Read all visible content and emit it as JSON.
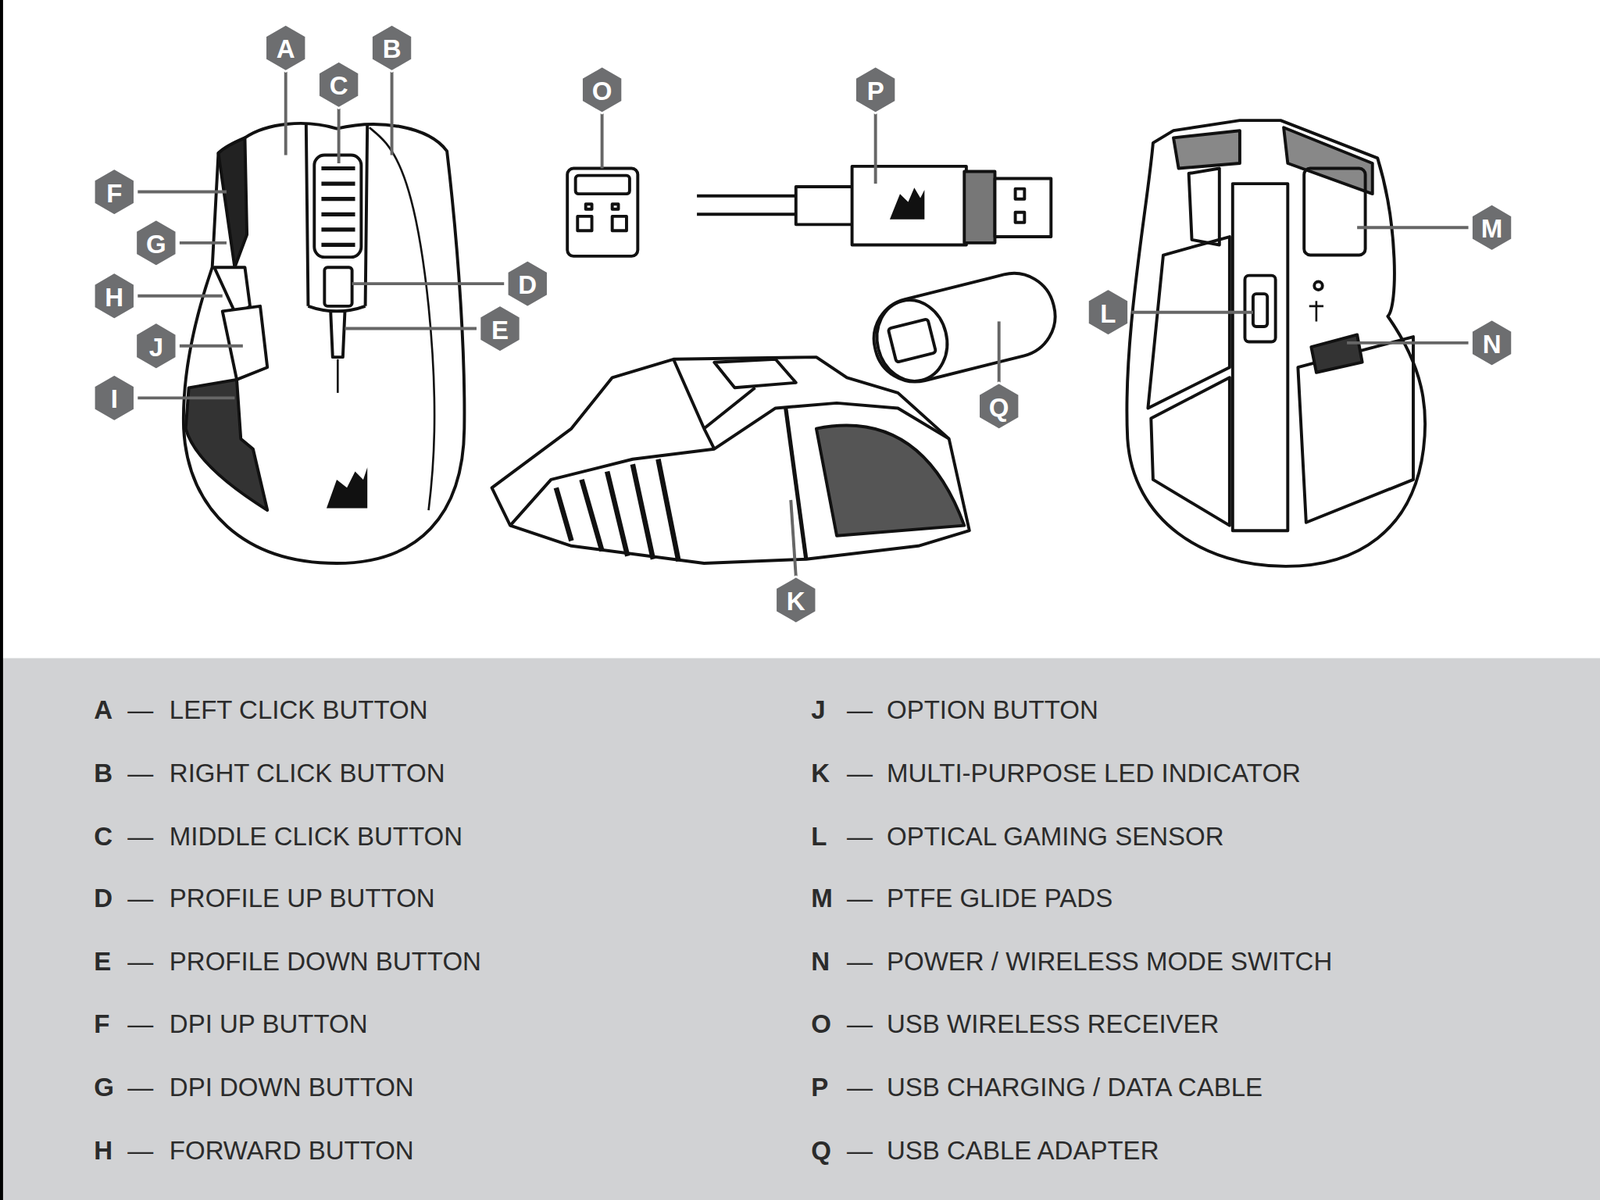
{
  "diagram": {
    "labels": [
      "A",
      "B",
      "C",
      "D",
      "E",
      "F",
      "G",
      "H",
      "I",
      "J",
      "K",
      "L",
      "M",
      "N",
      "O",
      "P",
      "Q",
      "A",
      "—",
      "LEFT CLICK BUTTON",
      "B",
      "—",
      "RIGHT CLICK BUTTON",
      "C",
      "—",
      "MIDDLE CLICK BUTTON",
      "D",
      "—",
      "PROFILE UP BUTTON",
      "E",
      "—",
      "PROFILE DOWN BUTTON",
      "F",
      "—",
      "DPI UP BUTTON",
      "G",
      "—",
      "DPI DOWN BUTTON",
      "H",
      "—",
      "FORWARD BUTTON",
      "J",
      "—",
      "OPTION BUTTON",
      "K",
      "—",
      "MULTI-PURPOSE LED INDICATOR",
      "L",
      "—",
      "OPTICAL GAMING SENSOR",
      "M",
      "—",
      "PTFE GLIDE PADS",
      "N",
      "—",
      "POWER / WIRELESS MODE SWITCH",
      "O",
      "—",
      "USB WIRELESS RECEIVER",
      "P",
      "—",
      "USB CHARGING / DATA CABLE",
      "Q",
      "—",
      "USB CABLE ADAPTER"
    ]
  }
}
